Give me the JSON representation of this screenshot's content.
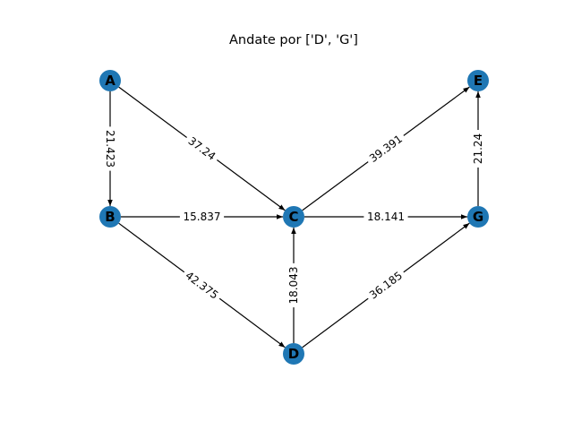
{
  "title": "Andate por ['D', 'G']",
  "node_color": "#1f77b4",
  "nodes": [
    {
      "id": "A",
      "label": "A"
    },
    {
      "id": "B",
      "label": "B"
    },
    {
      "id": "C",
      "label": "C"
    },
    {
      "id": "D",
      "label": "D"
    },
    {
      "id": "E",
      "label": "E"
    },
    {
      "id": "G",
      "label": "G"
    }
  ],
  "edges": [
    {
      "from": "A",
      "to": "B",
      "weight": "21.423"
    },
    {
      "from": "A",
      "to": "C",
      "weight": "37.24"
    },
    {
      "from": "B",
      "to": "C",
      "weight": "15.837"
    },
    {
      "from": "B",
      "to": "D",
      "weight": "42.375"
    },
    {
      "from": "D",
      "to": "C",
      "weight": "18.043"
    },
    {
      "from": "D",
      "to": "G",
      "weight": "36.185"
    },
    {
      "from": "C",
      "to": "E",
      "weight": "39.391"
    },
    {
      "from": "C",
      "to": "G",
      "weight": "18.141"
    },
    {
      "from": "G",
      "to": "E",
      "weight": "21.24"
    }
  ]
}
